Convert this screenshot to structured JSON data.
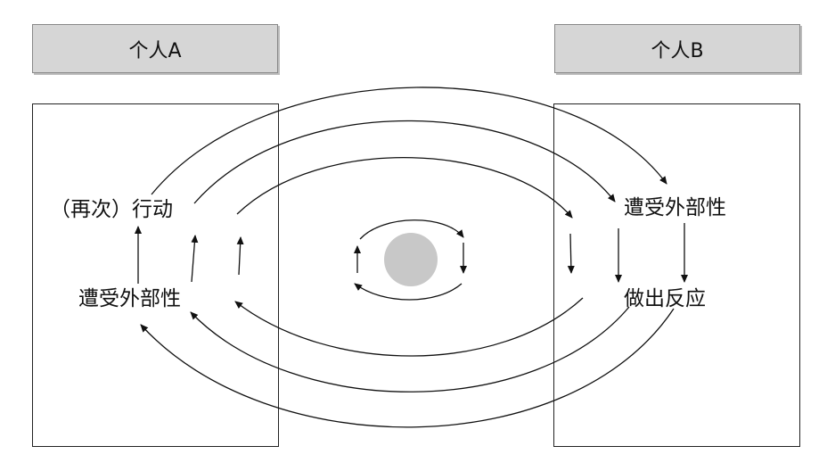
{
  "individual_a": {
    "title": "个人A",
    "action_label": "（再次）行动",
    "exposure_label": "遭受外部性"
  },
  "individual_b": {
    "title": "个人B",
    "exposure_label": "遭受外部性",
    "reaction_label": "做出反应"
  },
  "colors": {
    "header_fill": "#d6d6d6",
    "center_circle": "#c8c8c8",
    "line": "#111111"
  }
}
